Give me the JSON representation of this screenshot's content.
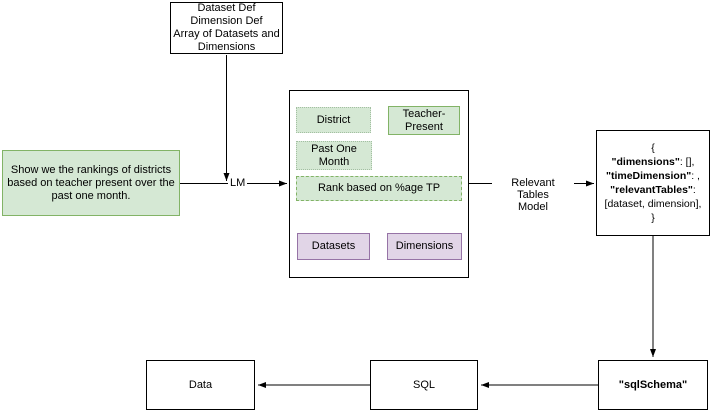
{
  "diagram": {
    "top_box": {
      "text": "Dataset Def\nDimension Def\nArray of Datasets and\nDimensions"
    },
    "query_box": {
      "text": "Show we the rankings of districts\nbased on teacher present over the\npast one month."
    },
    "flow_container": {
      "district": "District",
      "teacher_present": "Teacher-\nPresent",
      "past_one_month": "Past One\nMonth",
      "rank": "Rank based on %age TP",
      "datasets": "Datasets",
      "dimensions": "Dimensions"
    },
    "edges": {
      "lm_label": "LM",
      "relevant_tables_label": "Relevant Tables\nModel"
    },
    "json_box": {
      "lines": [
        {
          "bold": "",
          "rest": "{"
        },
        {
          "bold": "\"dimensions\"",
          "rest": ":  [],"
        },
        {
          "bold": "\"timeDimension\"",
          "rest": ": ,"
        },
        {
          "bold": "\"relevantTables\"",
          "rest": ":"
        },
        {
          "bold": "",
          "rest": "[dataset, dimension],"
        },
        {
          "bold": "",
          "rest": "}"
        }
      ]
    },
    "sql_schema_box": "\"sqlSchema\"",
    "sql_box": "SQL",
    "data_box": "Data"
  },
  "colors": {
    "green_fill": "#d5e8d4",
    "green_border": "#82b366",
    "purple_fill": "#e1d5e7",
    "purple_border": "#9673a6",
    "line": "#000000"
  }
}
